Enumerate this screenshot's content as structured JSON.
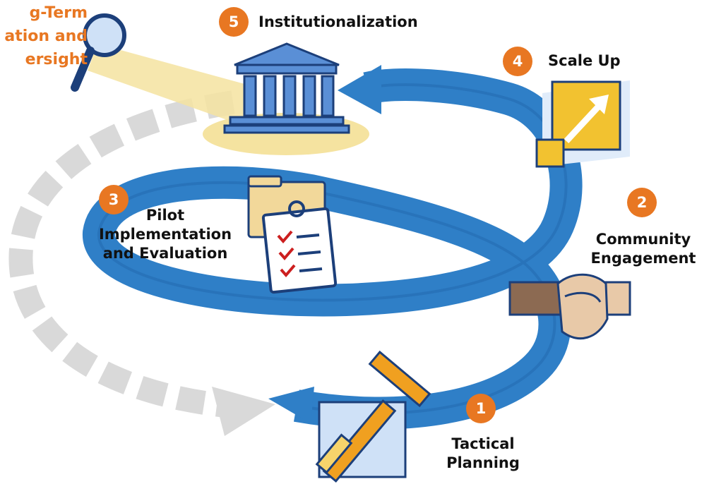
{
  "colors": {
    "arrow_blue": "#2f7fc7",
    "arrow_dark": "#1c5ea3",
    "dashed_gray": "#d9d9d9",
    "badge_orange": "#e87722",
    "spot_yellow": "#f5e3a0",
    "icon_blue": "#5a8fd6",
    "folder_tan": "#f2d89a",
    "tool_orange": "#f0a020"
  },
  "stages": [
    {
      "number": "1",
      "title_lines": [
        "Tactical",
        "Planning"
      ],
      "icon": "drafting-tools-icon"
    },
    {
      "number": "2",
      "title_lines": [
        "Community",
        "Engagement"
      ],
      "icon": "handshake-icon"
    },
    {
      "number": "3",
      "title_lines": [
        "Pilot",
        "Implementation",
        "and Evaluation"
      ],
      "icon": "clipboard-checklist-icon"
    },
    {
      "number": "4",
      "title_lines": [
        "Scale Up"
      ],
      "icon": "expand-arrow-icon"
    },
    {
      "number": "5",
      "title_lines": [
        "Institutionalization"
      ],
      "icon": "institution-building-icon"
    }
  ],
  "oversight": {
    "title_lines": [
      "g-Term",
      "ation and",
      "ersight"
    ],
    "icon": "magnifying-glass-icon"
  }
}
